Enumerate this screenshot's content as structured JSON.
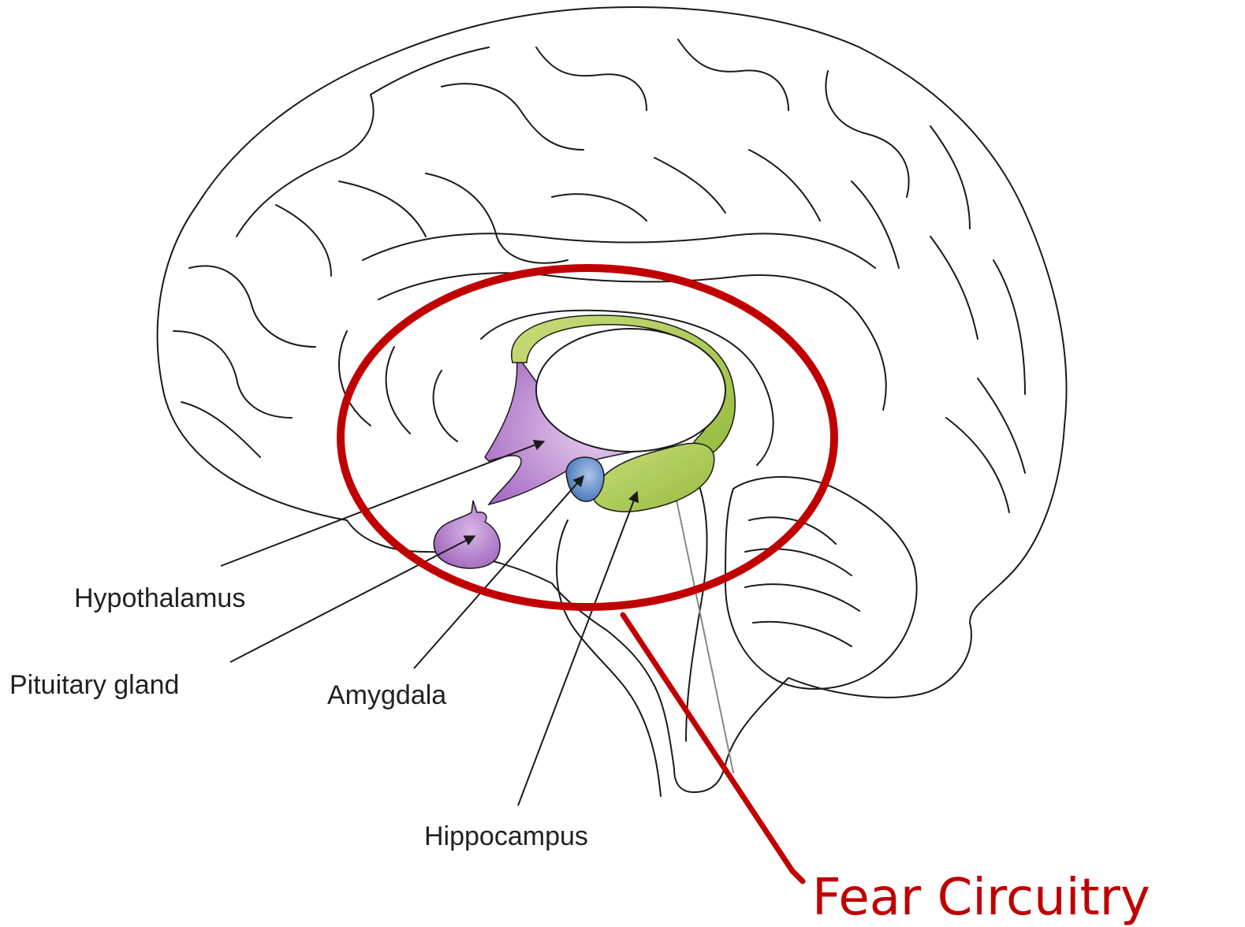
{
  "labels": {
    "hypothalamus": "Hypothalamus",
    "pituitary": "Pituitary gland",
    "amygdala": "Amygdala",
    "hippocampus": "Hippocampus"
  },
  "callout": {
    "text": "Fear Circuitry"
  },
  "colors": {
    "highlight": "#c00000",
    "hypothalamus": "#b07cc8",
    "pituitary": "#a070be",
    "amygdala": "#5b86c4",
    "hippocampus": "#a8c850",
    "outline": "#1a1a1a"
  }
}
